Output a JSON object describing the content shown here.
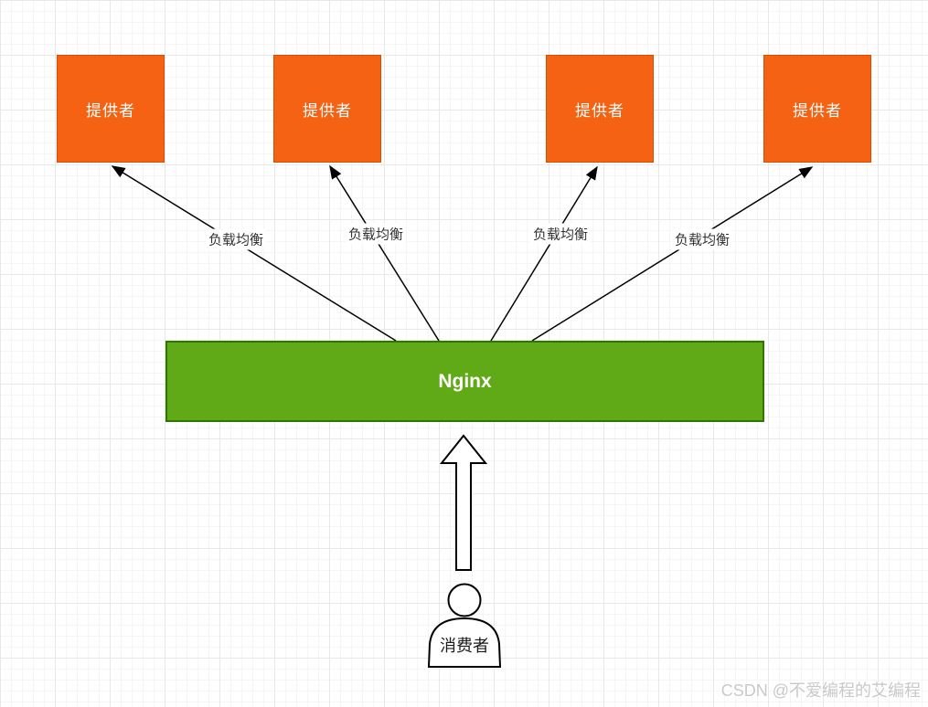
{
  "diagram": {
    "providers": [
      {
        "label": "提供者"
      },
      {
        "label": "提供者"
      },
      {
        "label": "提供者"
      },
      {
        "label": "提供者"
      }
    ],
    "nginx": {
      "label": "Nginx"
    },
    "edges": [
      {
        "label": "负载均衡"
      },
      {
        "label": "负载均衡"
      },
      {
        "label": "负载均衡"
      },
      {
        "label": "负载均衡"
      }
    ],
    "consumer": {
      "label": "消费者"
    },
    "colors": {
      "provider_fill": "#F66214",
      "provider_border": "#D84E00",
      "nginx_fill": "#60A917",
      "nginx_border": "#2D7600",
      "arrow": "#000000",
      "grid_minor": "#F5F5F5",
      "grid_major": "#E8E8E8"
    }
  },
  "watermark": {
    "text": "CSDN @不爱编程的艾编程"
  }
}
